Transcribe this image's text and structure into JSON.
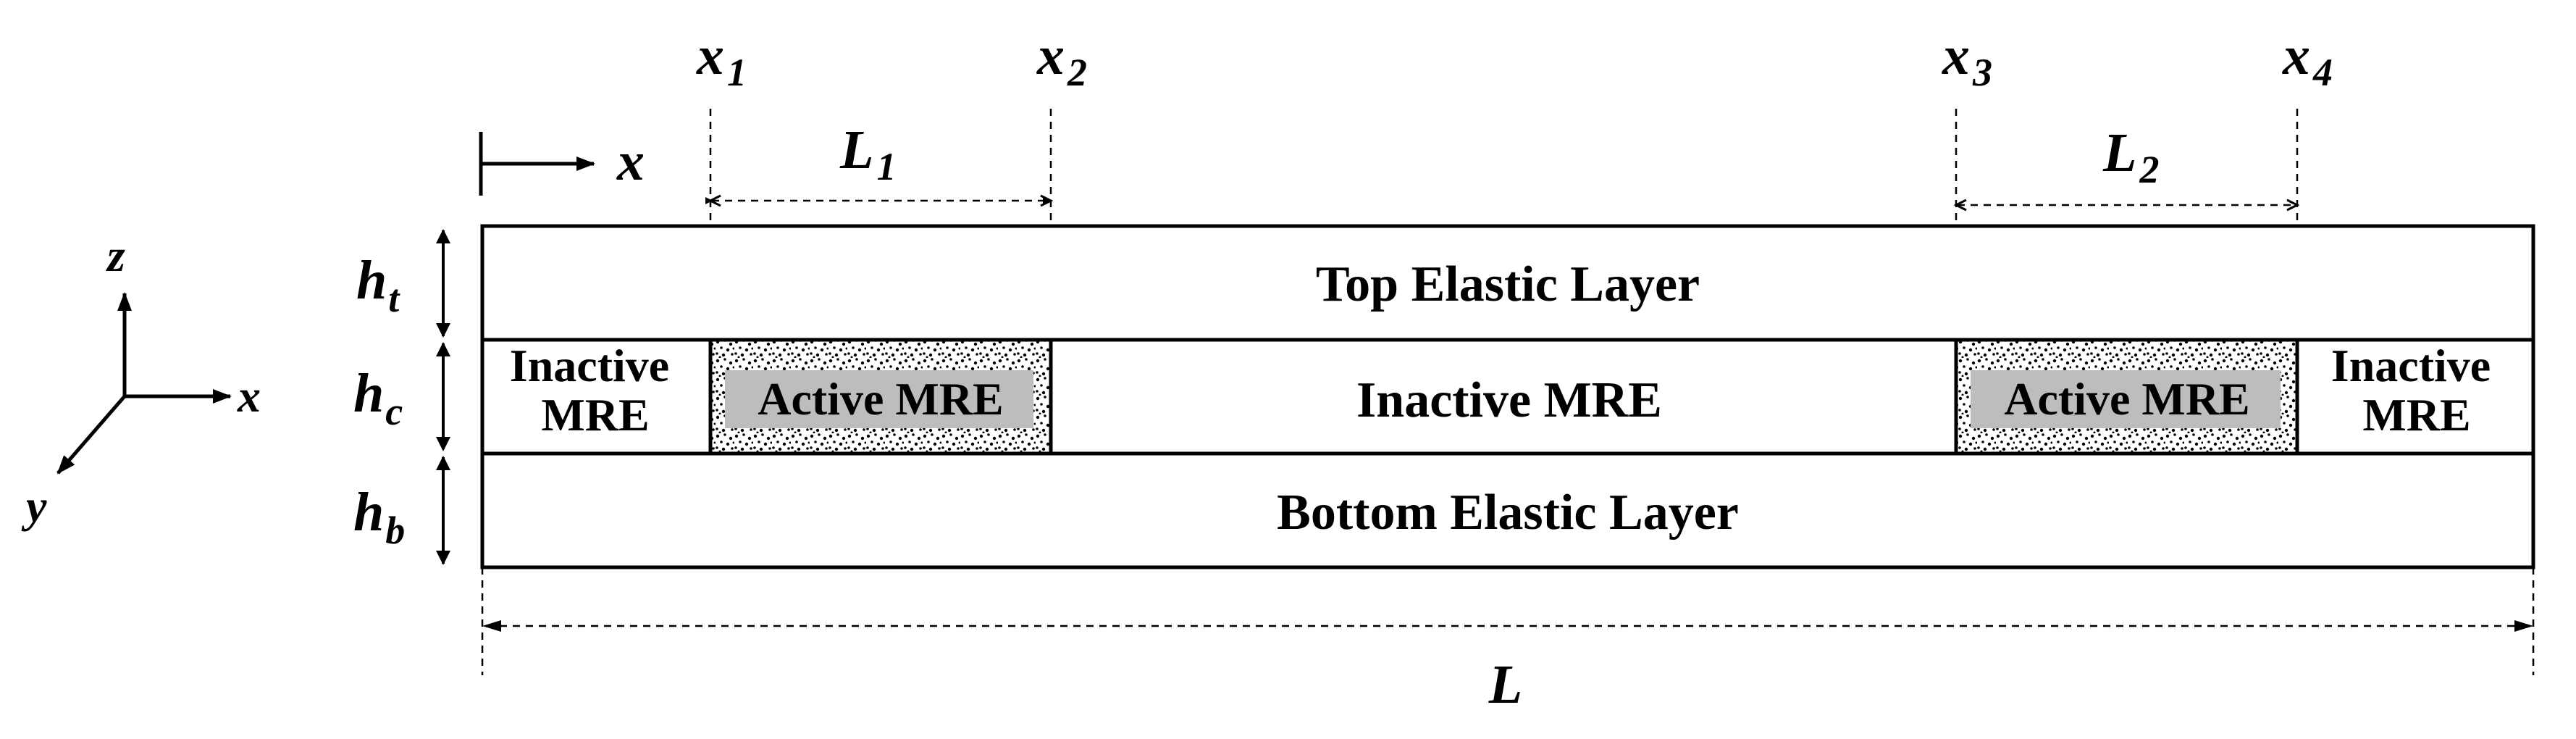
{
  "coordinate_axes": {
    "z": "z",
    "x": "x",
    "y": "y"
  },
  "origin_axis_label": "x",
  "layers": {
    "top": "Top Elastic Layer",
    "bottom": "Bottom Elastic Layer",
    "core": {
      "inactive_left": [
        "Inactive",
        "MRE"
      ],
      "active_1": "Active MRE",
      "inactive_middle": "Inactive MRE",
      "active_2": "Active MRE",
      "inactive_right": [
        "Inactive",
        "MRE"
      ]
    }
  },
  "thickness_labels": [
    {
      "symbol": "h",
      "sub": "t"
    },
    {
      "symbol": "h",
      "sub": "c"
    },
    {
      "symbol": "h",
      "sub": "b"
    }
  ],
  "positions": [
    {
      "symbol": "x",
      "sub": "1"
    },
    {
      "symbol": "x",
      "sub": "2"
    },
    {
      "symbol": "x",
      "sub": "3"
    },
    {
      "symbol": "x",
      "sub": "4"
    }
  ],
  "segment_lengths": [
    {
      "symbol": "L",
      "sub": "1"
    },
    {
      "symbol": "L",
      "sub": "2"
    }
  ],
  "total_length": "L",
  "colors": {
    "active_fill": "#bdbdbd",
    "line": "#000000",
    "background": "#ffffff"
  }
}
